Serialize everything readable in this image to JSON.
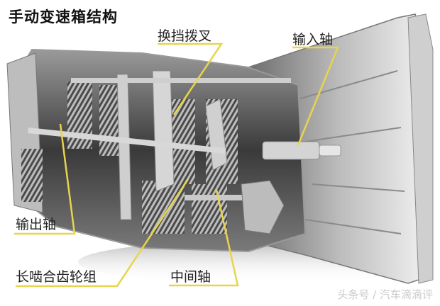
{
  "title": "手动变速箱结构",
  "labels": {
    "shift_fork": "换挡拨叉",
    "input_shaft": "输入轴",
    "output_shaft": "输出轴",
    "constant_mesh_gears": "长啮合齿轮组",
    "countershaft": "中间轴"
  },
  "watermark": "头条号 / 汽车滴滴评",
  "colors": {
    "leader_line": "#e8d44d",
    "background": "#ffffff",
    "label_text": "#222222"
  }
}
